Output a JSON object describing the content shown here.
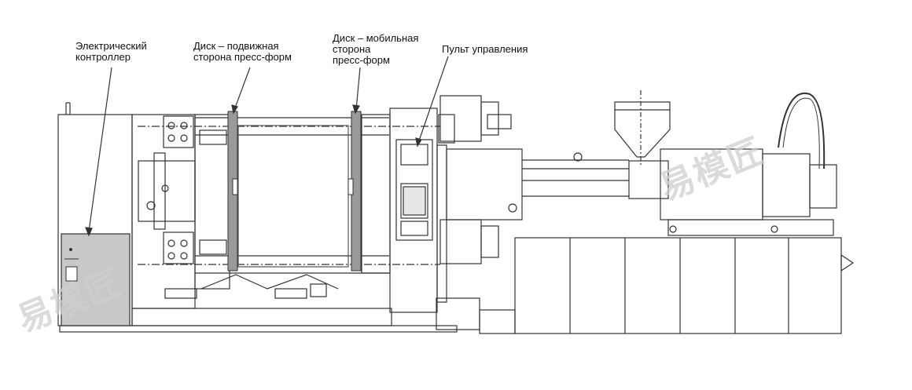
{
  "labels": {
    "controller": "Электрический\nконтроллер",
    "moving_platen": "Диск – подвижная\nсторона пресс-форм",
    "mobile_platen": "Диск – мобильная\nсторона\nпресс-форм",
    "control_panel": "Пульт управления"
  },
  "watermark": "易模匠",
  "colors": {
    "line": "#333333",
    "cabinet_fill": "#c8c8c8",
    "platen_fill": "#9a9a9a"
  }
}
